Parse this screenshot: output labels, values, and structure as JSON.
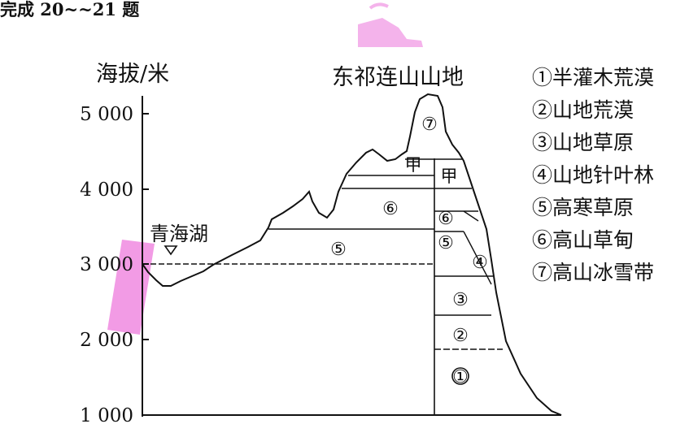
{
  "header": {
    "text": "完成 20~~21 题"
  },
  "diagram": {
    "y_axis": {
      "label": "海拔/米",
      "ticks": [
        "5 000",
        "4 000",
        "3 000",
        "2 000",
        "1 000"
      ]
    },
    "mountain_label": "东祁连山山地",
    "lake_label": "青海湖",
    "zone_marks": {
      "m1": "①",
      "m2": "②",
      "m3": "③",
      "m4": "④",
      "m5a": "⑤",
      "m5b": "⑤",
      "m6a": "⑥",
      "m6b": "⑥",
      "m7": "⑦",
      "jia_a": "甲",
      "jia_b": "甲"
    },
    "legend": [
      "①半灌木荒漠",
      "②山地荒漠",
      "③山地草原",
      "④山地针叶林",
      "⑤高寒草原",
      "⑥高山草甸",
      "⑦高山冰雪带"
    ]
  },
  "colors": {
    "watermark": "#f08ae0",
    "line": "#111111"
  }
}
